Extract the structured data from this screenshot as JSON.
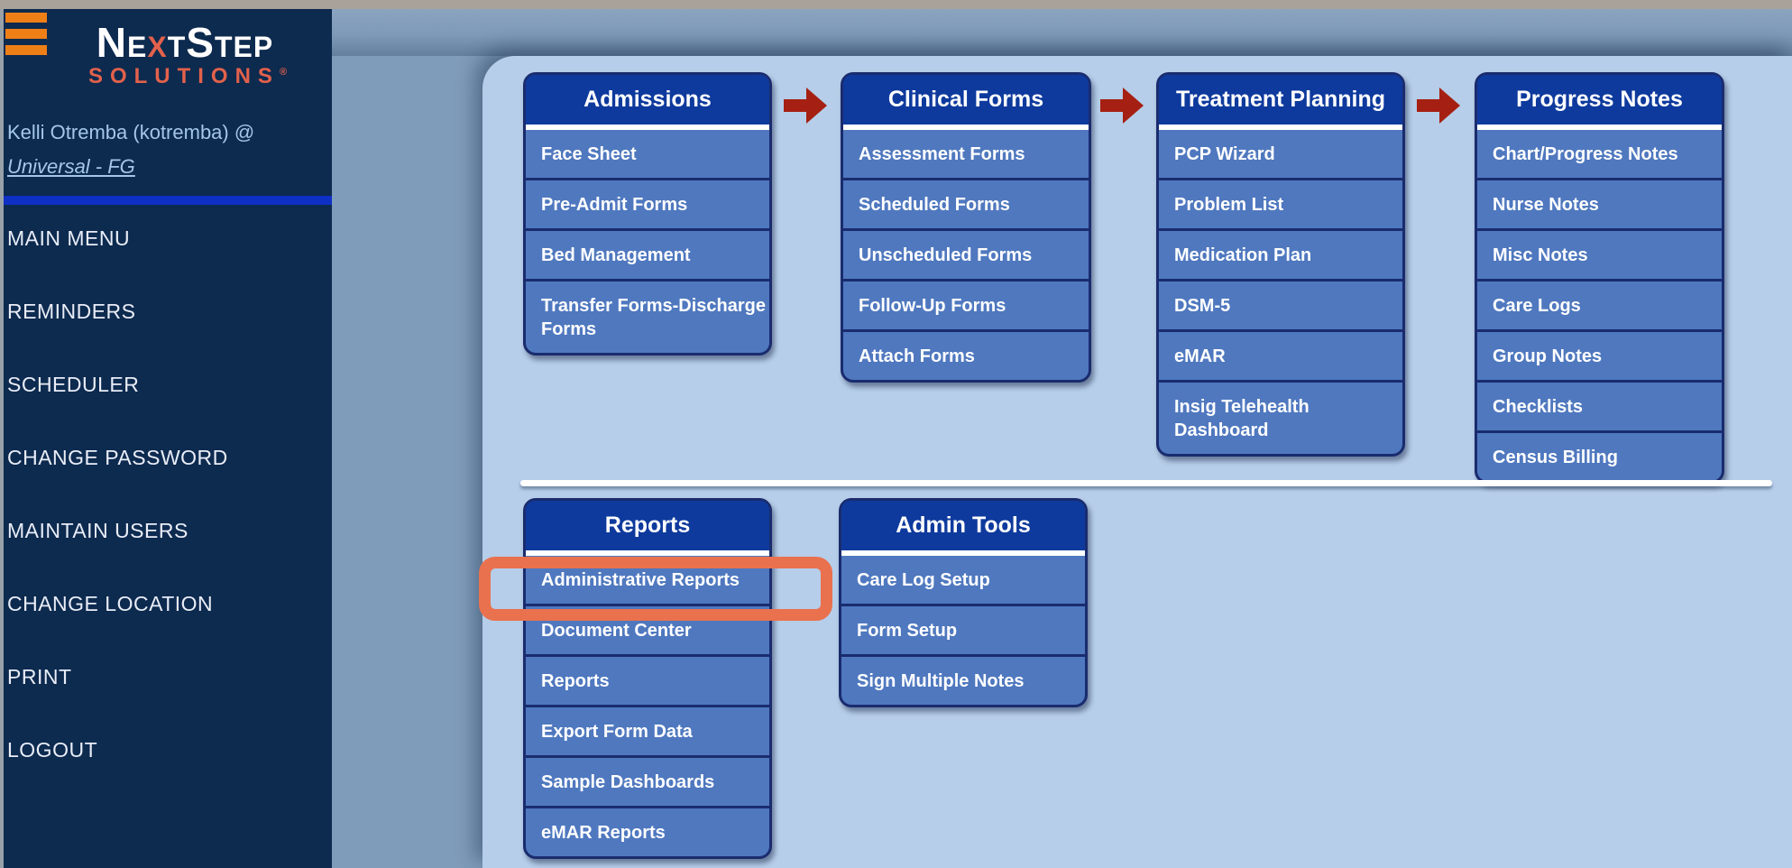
{
  "sidebar": {
    "logo": {
      "name_pre": "Ne",
      "name_accent": "x",
      "name_post": "tStep",
      "subtitle": "SOLUTIONS",
      "trademark": "®"
    },
    "user": {
      "name_line": "Kelli Otremba (kotremba) @",
      "location": "Universal - FG"
    },
    "menu": [
      "MAIN MENU",
      "REMINDERS",
      "SCHEDULER",
      "CHANGE PASSWORD",
      "MAINTAIN USERS",
      "CHANGE LOCATION",
      "PRINT",
      "LOGOUT"
    ]
  },
  "main": {
    "row1": [
      {
        "title": "Admissions",
        "items": [
          "Face Sheet",
          "Pre-Admit Forms",
          "Bed Management",
          "Transfer Forms-Discharge Forms"
        ]
      },
      {
        "title": "Clinical Forms",
        "items": [
          "Assessment Forms",
          "Scheduled Forms",
          "Unscheduled Forms",
          "Follow-Up Forms",
          "Attach Forms"
        ]
      },
      {
        "title": "Treatment Planning",
        "items": [
          "PCP Wizard",
          "Problem List",
          "Medication Plan",
          "DSM-5",
          "eMAR",
          "Insig Telehealth Dashboard"
        ]
      },
      {
        "title": "Progress Notes",
        "items": [
          "Chart/Progress Notes",
          "Nurse Notes",
          "Misc Notes",
          "Care Logs",
          "Group Notes",
          "Checklists",
          "Census Billing"
        ]
      }
    ],
    "row2": [
      {
        "title": "Reports",
        "items": [
          "Administrative Reports",
          "Document Center",
          "Reports",
          "Export Form Data",
          "Sample Dashboards",
          "eMAR Reports"
        ]
      },
      {
        "title": "Admin Tools",
        "items": [
          "Care Log Setup",
          "Form Setup",
          "Sign Multiple Notes"
        ]
      }
    ],
    "highlighted_item": "Administrative Reports"
  },
  "colors": {
    "header_blue": "#0e3a9d",
    "item_blue": "#4f78bf",
    "card_border": "#1a2c6e",
    "content_bg": "#b6cee9",
    "outer_bg": "#7f9cba",
    "sidebar_bg": "#0d2a4f",
    "arrow_red": "#a52012",
    "highlight_orange": "#e9714e",
    "hamburger_orange": "#ee7f17",
    "brand_salmon": "#e2614b",
    "sidebar_divider_blue": "#0e30c4"
  }
}
